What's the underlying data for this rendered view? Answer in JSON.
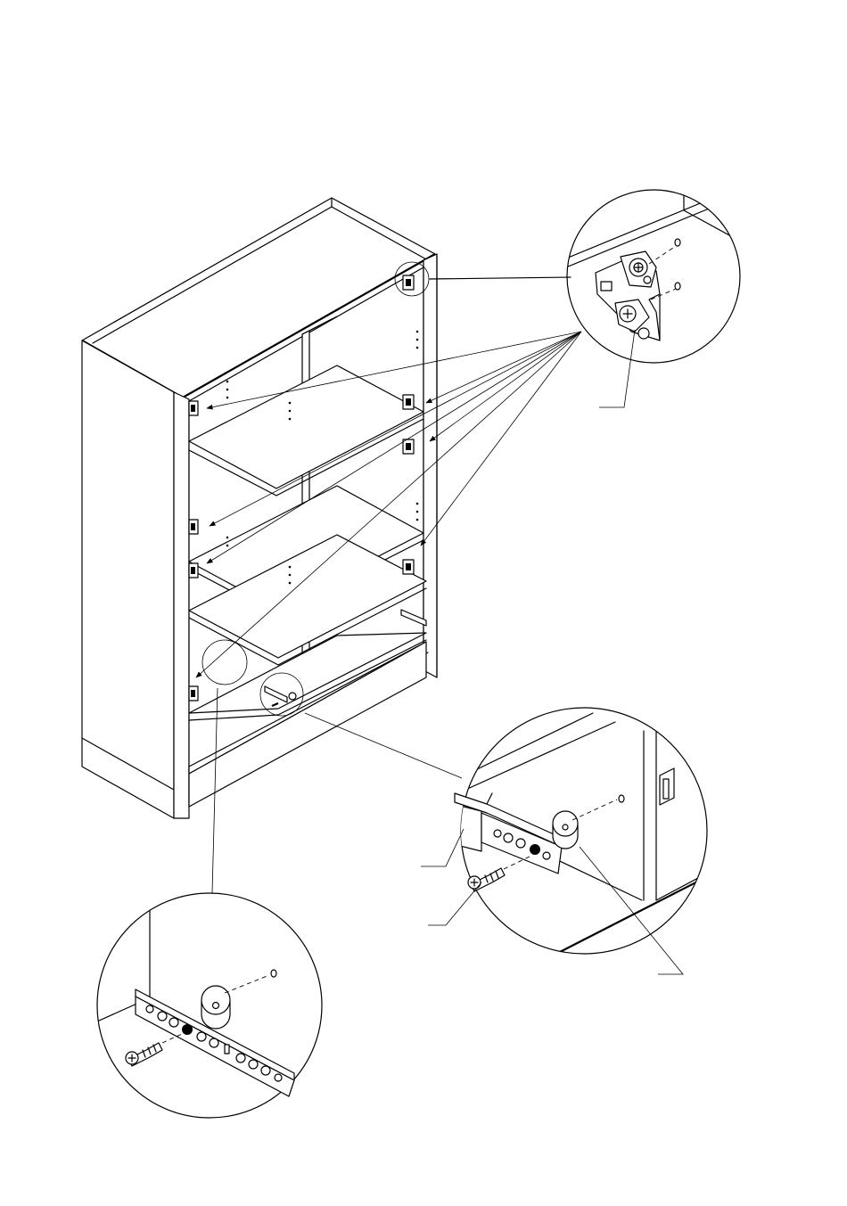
{
  "diagram": {
    "type": "assembly-instruction",
    "parts": [
      {
        "name": "cabinet",
        "icon": "cabinet-icon"
      },
      {
        "name": "hinge-mounting-plate",
        "icon": "hinge-plate-icon"
      },
      {
        "name": "drawer-runner",
        "icon": "drawer-runner-icon"
      },
      {
        "name": "spacer-block",
        "icon": "spacer-icon"
      },
      {
        "name": "euro-screw",
        "icon": "screw-icon"
      }
    ],
    "callouts": {
      "hinge_detail": "hinge-detail",
      "runner_detail_right": "runner-detail-right",
      "runner_detail_left": "runner-detail-left"
    },
    "colors": {
      "line": "#000000",
      "background": "#ffffff"
    }
  }
}
